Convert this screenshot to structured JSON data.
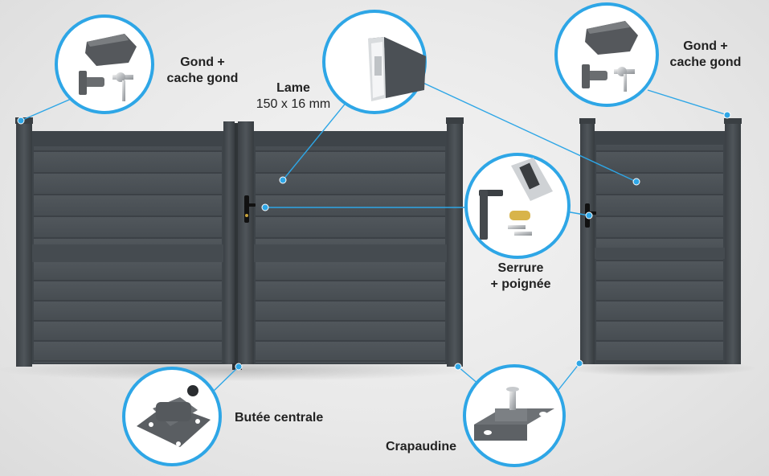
{
  "callouts": {
    "gond_left": {
      "line1": "Gond +",
      "line2": "cache gond"
    },
    "lame": {
      "line1": "Lame",
      "line2": "150 x 16 mm"
    },
    "gond_right": {
      "line1": "Gond +",
      "line2": "cache gond"
    },
    "serrure": {
      "line1": "Serrure",
      "line2": "+ poignée"
    },
    "butee": {
      "label": "Butée centrale"
    },
    "crapaudine": {
      "label": "Crapaudine"
    }
  },
  "colors": {
    "accent": "#2ea6e6",
    "gate": "#4a5055",
    "gate_dark": "#33383c",
    "slat_line": "#3c4146",
    "background": "#e9e9e9"
  }
}
